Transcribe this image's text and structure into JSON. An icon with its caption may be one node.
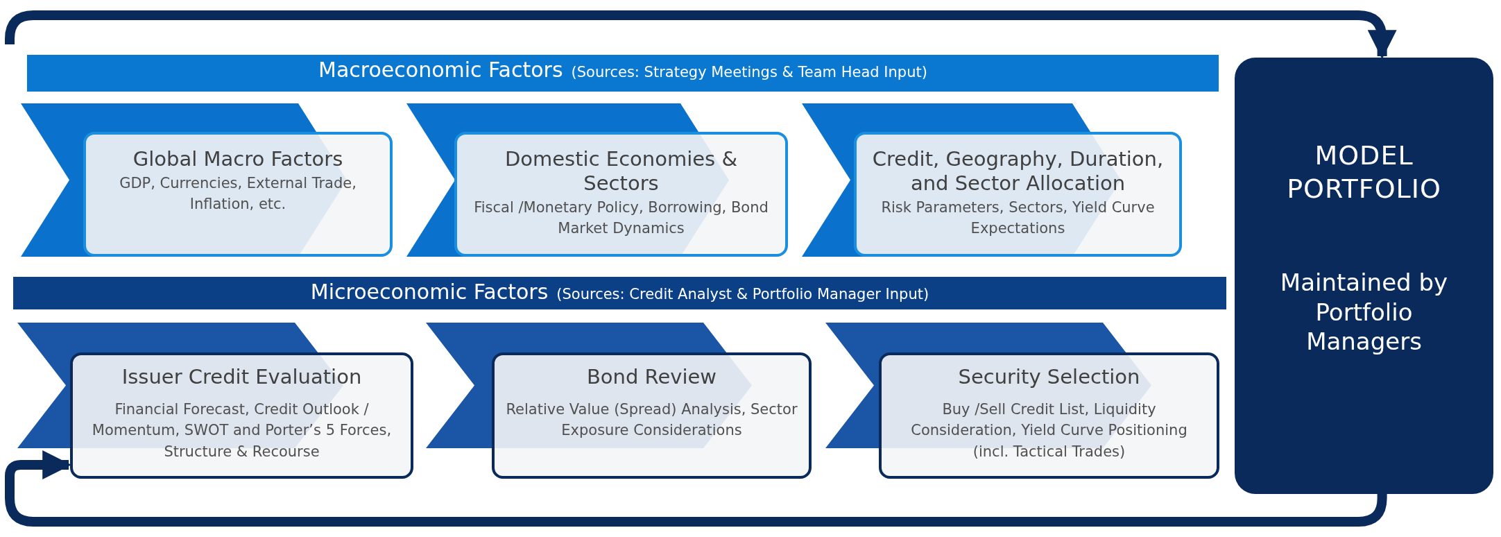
{
  "diagram": {
    "nodes": [
      {
        "text": [
          "Macroeconomic Factors",
          "(Sources: Strategy Meetings & Team Head Input)"
        ]
      },
      {
        "text": [
          "Global Macro Factors",
          "GDP, Currencies, External Trade, Inflation, etc."
        ]
      },
      {
        "text": [
          "Domestic Economies & Sectors",
          "Fiscal /Monetary Policy, Borrowing, Bond Market Dynamics"
        ]
      },
      {
        "text": [
          "Credit, Geography, Duration, and Sector Allocation",
          "Risk Parameters, Sectors, Yield Curve Expectations"
        ]
      },
      {
        "text": [
          "Microeconomic Factors",
          "(Sources: Credit Analyst & Portfolio Manager Input)"
        ]
      },
      {
        "text": [
          "Issuer Credit Evaluation",
          "Financial Forecast, Credit Outlook / Momentum, SWOT and Porter’s 5 Forces, Structure & Recourse"
        ]
      },
      {
        "text": [
          "Bond Review",
          "Relative Value (Spread) Analysis, Sector Exposure Considerations"
        ]
      },
      {
        "text": [
          "Security Selection",
          "Buy /Sell Credit List, Liquidity Consideration, Yield Curve Positioning (incl. Tactical Trades)"
        ]
      },
      {
        "text": [
          "MODEL PORTFOLIO",
          "Maintained by Portfolio Managers"
        ]
      }
    ],
    "edges": [
      {
        "from": null,
        "to": 8,
        "arrow": "to"
      },
      {
        "from": 8,
        "to": 5,
        "arrow": "to"
      }
    ]
  }
}
